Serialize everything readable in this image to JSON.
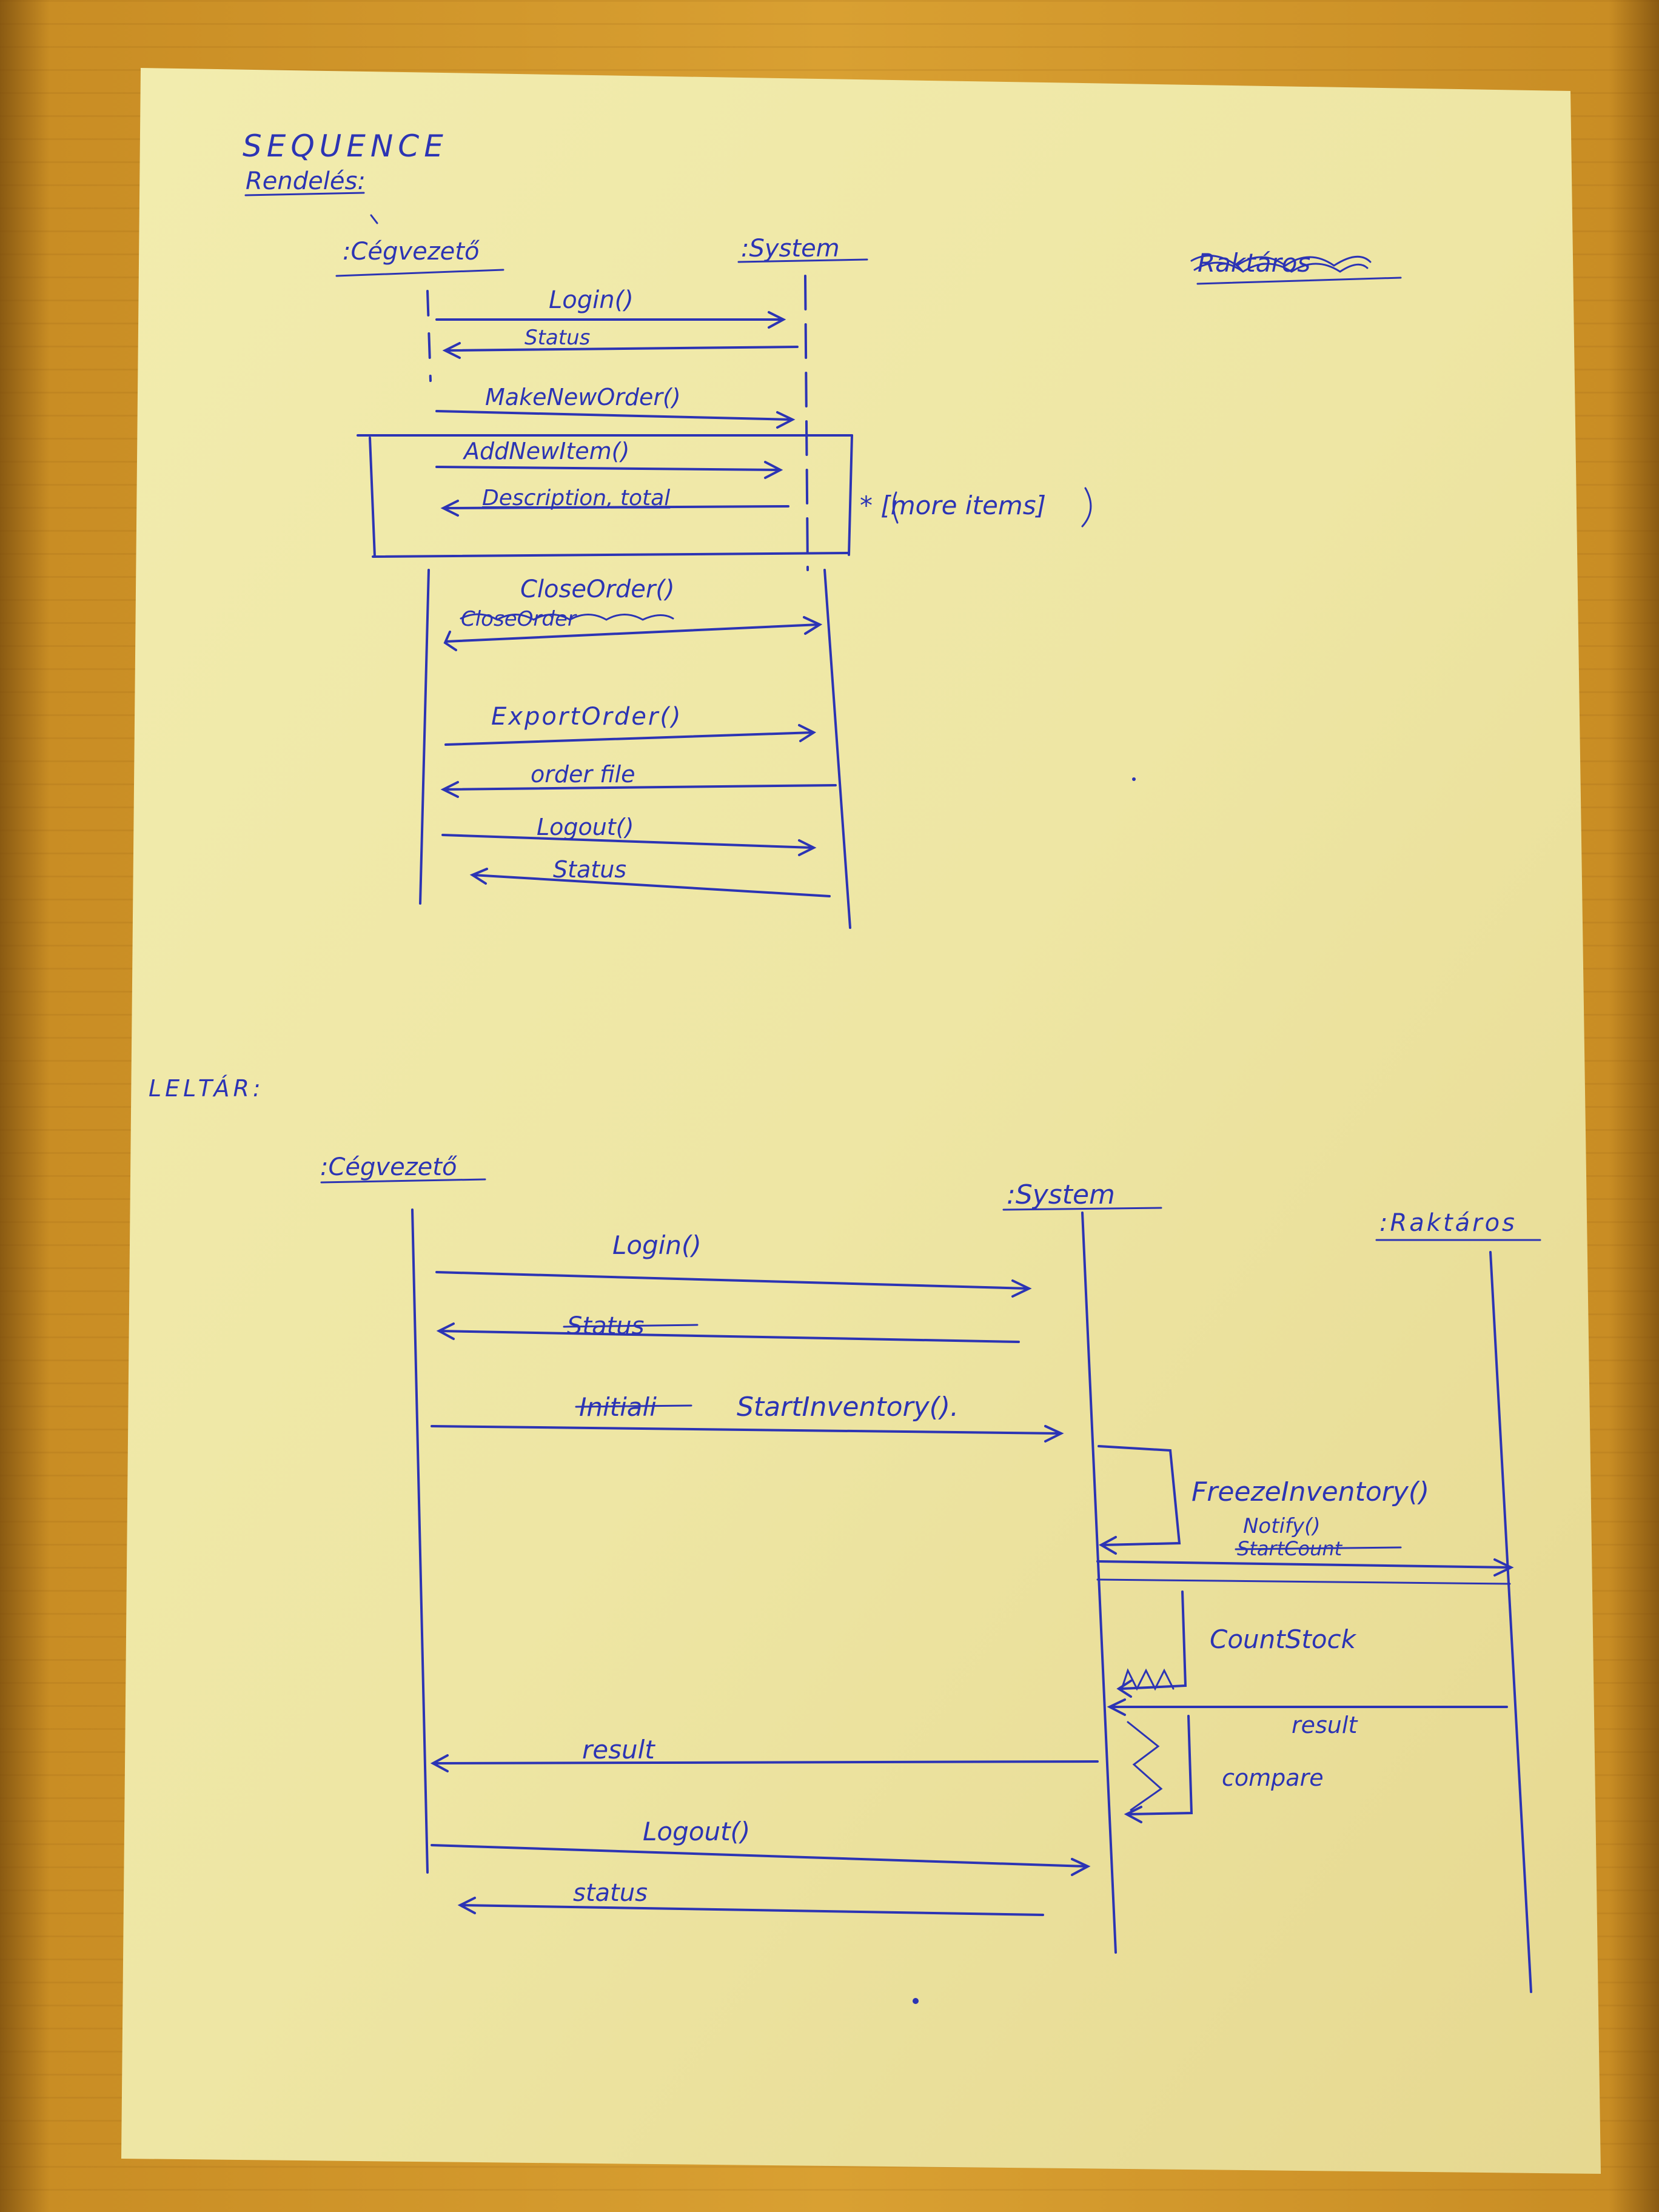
{
  "sheet1": {
    "title": "SEQUENCE",
    "subtitle": "Rendelés:",
    "actor1": ":Cégvezető",
    "actor2": ":System",
    "crossed_label": "Raktáros",
    "messages": {
      "login": "Login()",
      "status1": "Status",
      "make_new_order": "MakeNewOrder()",
      "add_new_item": "AddNewItem()",
      "description_total": "Description, total",
      "close_order": "CloseOrder()",
      "closed_order_crossed": "CloseOrder",
      "export_order": "ExportOrder()",
      "order_file": "order file",
      "logout": "Logout()",
      "status2": "Status"
    },
    "loop_guard": "* [more items]"
  },
  "sheet2": {
    "title": "LELTÁR:",
    "actor1": ":Cégvezető",
    "actor2": ":System",
    "actor3": ":Raktáros",
    "messages": {
      "login": "Login()",
      "status1": "Status",
      "initial_crossed": "Initiali",
      "start_inventory": "StartInventory().",
      "freeze_inventory": "FreezeInventory()",
      "notify": "Notify()",
      "notify_crossed": "StartCount",
      "count_stock": "CountStock",
      "result1": "result",
      "compare": "compare",
      "result2": "result",
      "logout": "Logout()",
      "status2": "status"
    }
  },
  "colors": {
    "ink": "#2c34b4",
    "paper": "#ece4a0"
  }
}
